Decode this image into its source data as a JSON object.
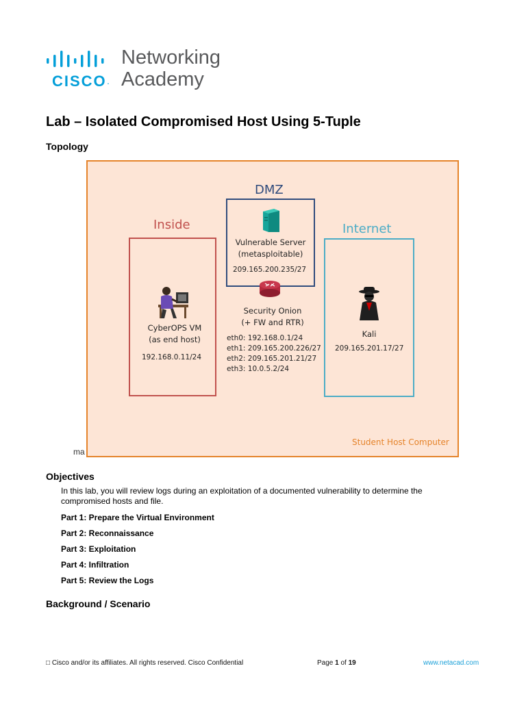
{
  "logo": {
    "wordmark": "cisco",
    "tm": ".",
    "line1": "Networking",
    "line2": "Academy",
    "brand_color": "#049fd9",
    "text_color": "#58595b"
  },
  "title": "Lab – Isolated Compromised Host Using 5-Tuple",
  "topology": {
    "heading": "Topology",
    "cut_text": "ma",
    "outer_label": "Student Host Computer",
    "inside": {
      "label": "Inside",
      "host_name": "CyberOPS VM",
      "host_role": "(as end host)",
      "ip": "192.168.0.11/24",
      "icon": "hacker-at-desk-icon"
    },
    "dmz": {
      "label": "DMZ",
      "server_name": "Vulnerable Server",
      "server_sub": "(metasploitable)",
      "ip": "209.165.200.235/27",
      "icon": "server-icon"
    },
    "router": {
      "name": "Security Onion",
      "sub": "(+ FW and RTR)",
      "icon": "router-icon",
      "interfaces": [
        "eth0: 192.168.0.1/24",
        "eth1: 209.165.200.226/27",
        "eth2: 209.165.201.21/27",
        "eth3: 10.0.5.2/24"
      ]
    },
    "internet": {
      "label": "Internet",
      "host_name": "Kali",
      "ip": "209.165.201.17/27",
      "icon": "spy-icon"
    },
    "colors": {
      "outer": "#e5832a",
      "inside": "#c0504d",
      "dmz": "#2f4b7c",
      "internet": "#4bacc6",
      "fill": "#fde5d6"
    }
  },
  "objectives": {
    "heading": "Objectives",
    "intro": "In this lab, you will review logs during an exploitation of a documented vulnerability to determine the compromised hosts and file.",
    "parts": [
      "Part 1: Prepare the Virtual Environment",
      "Part 2: Reconnaissance",
      "Part 3: Exploitation",
      "Part 4: Infiltration",
      "Part 5: Review the Logs"
    ]
  },
  "background": {
    "heading": "Background / Scenario"
  },
  "footer": {
    "copyright": " Cisco and/or its affiliates. All rights reserved. Cisco Confidential",
    "page_prefix": "Page ",
    "page_current": "1",
    "page_of": " of ",
    "page_total": "19",
    "link": "www.netacad.com"
  }
}
